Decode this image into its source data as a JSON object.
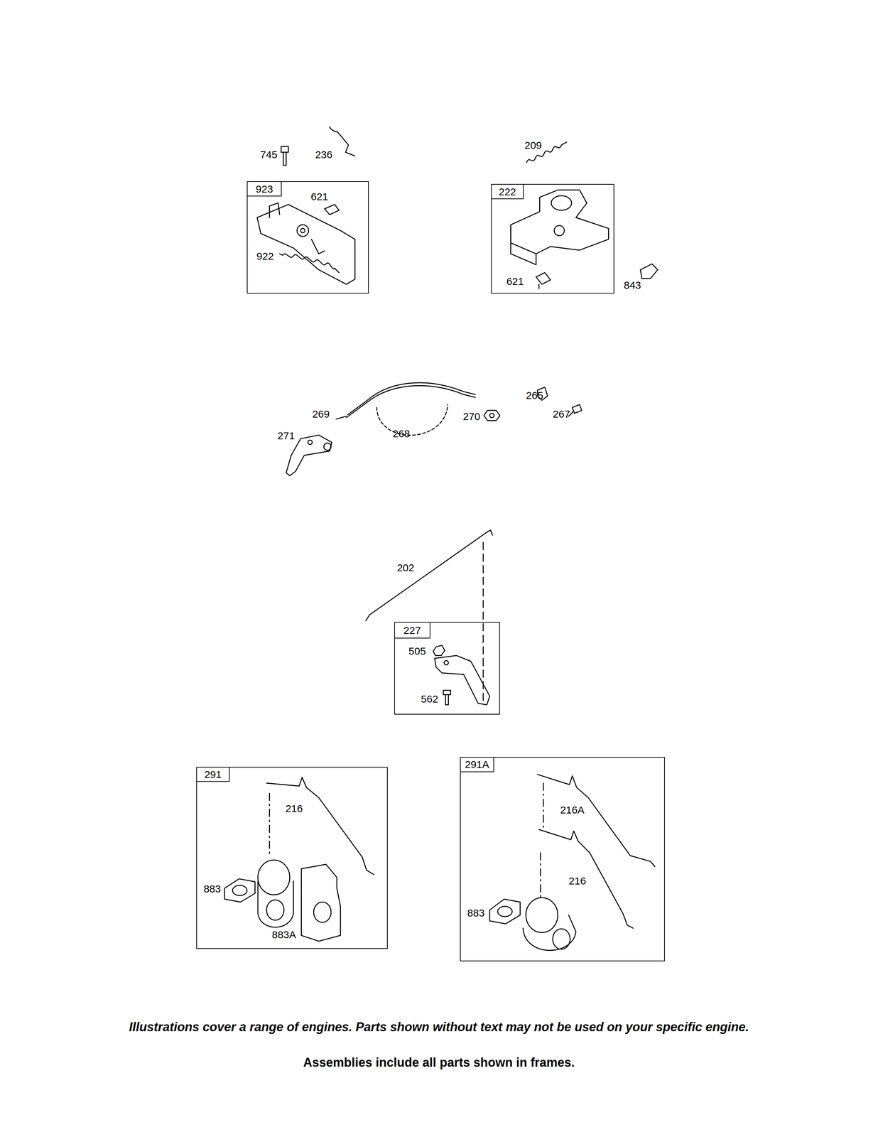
{
  "diagram": {
    "caption": "Illustrations cover a range of engines. Parts shown without text may not be used on your specific engine.",
    "nodes": [
      {
        "text": [
          "923"
        ]
      },
      {
        "text": [
          "222"
        ]
      },
      {
        "text": [
          "227"
        ]
      },
      {
        "text": [
          "291"
        ]
      },
      {
        "text": [
          "291A"
        ]
      }
    ],
    "labels": [
      "745",
      "236",
      "209",
      "621",
      "922",
      "621",
      "843",
      "265",
      "269",
      "270",
      "267",
      "268",
      "271",
      "202",
      "505",
      "562",
      "216",
      "216A",
      "216",
      "883",
      "883",
      "883A",
      "Assemblies include all parts shown in frames."
    ]
  }
}
